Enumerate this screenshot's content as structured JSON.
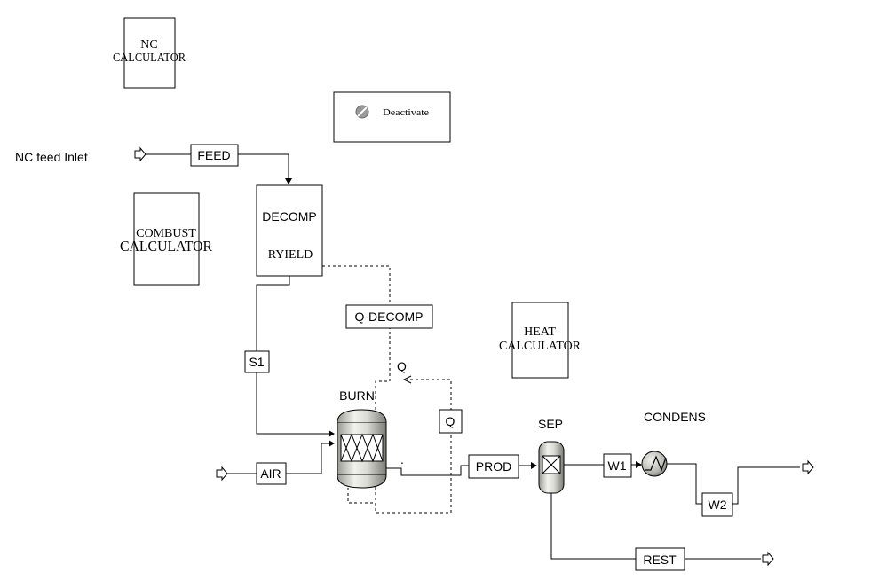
{
  "blocks": {
    "nc_calculator": {
      "line1": "NC",
      "line2": "CALCULATOR"
    },
    "combust_calculator": {
      "line1": "COMBUST",
      "line2": "CALCULATOR"
    },
    "heat_calculator": {
      "line1": "HEAT",
      "line2": "CALCULATOR"
    },
    "deactivate": {
      "label": "Deactivate",
      "icon": "deactivate-icon"
    },
    "decomp": {
      "name": "DECOMP",
      "model": "RYIELD"
    },
    "burn": {
      "name": "BURN"
    },
    "sep": {
      "name": "SEP"
    },
    "condens": {
      "name": "CONDENS"
    }
  },
  "labels": {
    "nc_feed_inlet": "NC feed Inlet",
    "q_port": "Q",
    "heat_dot": "."
  },
  "streams": {
    "feed": "FEED",
    "s1": "S1",
    "air": "AIR",
    "q_decomp": "Q-DECOMP",
    "q": "Q",
    "prod": "PROD",
    "w1": "W1",
    "w2": "W2",
    "rest": "REST"
  },
  "colors": {
    "line": "#000000",
    "background": "#ffffff",
    "equipment_light": "#e6e6e0",
    "equipment_dark": "#8a8a84"
  }
}
